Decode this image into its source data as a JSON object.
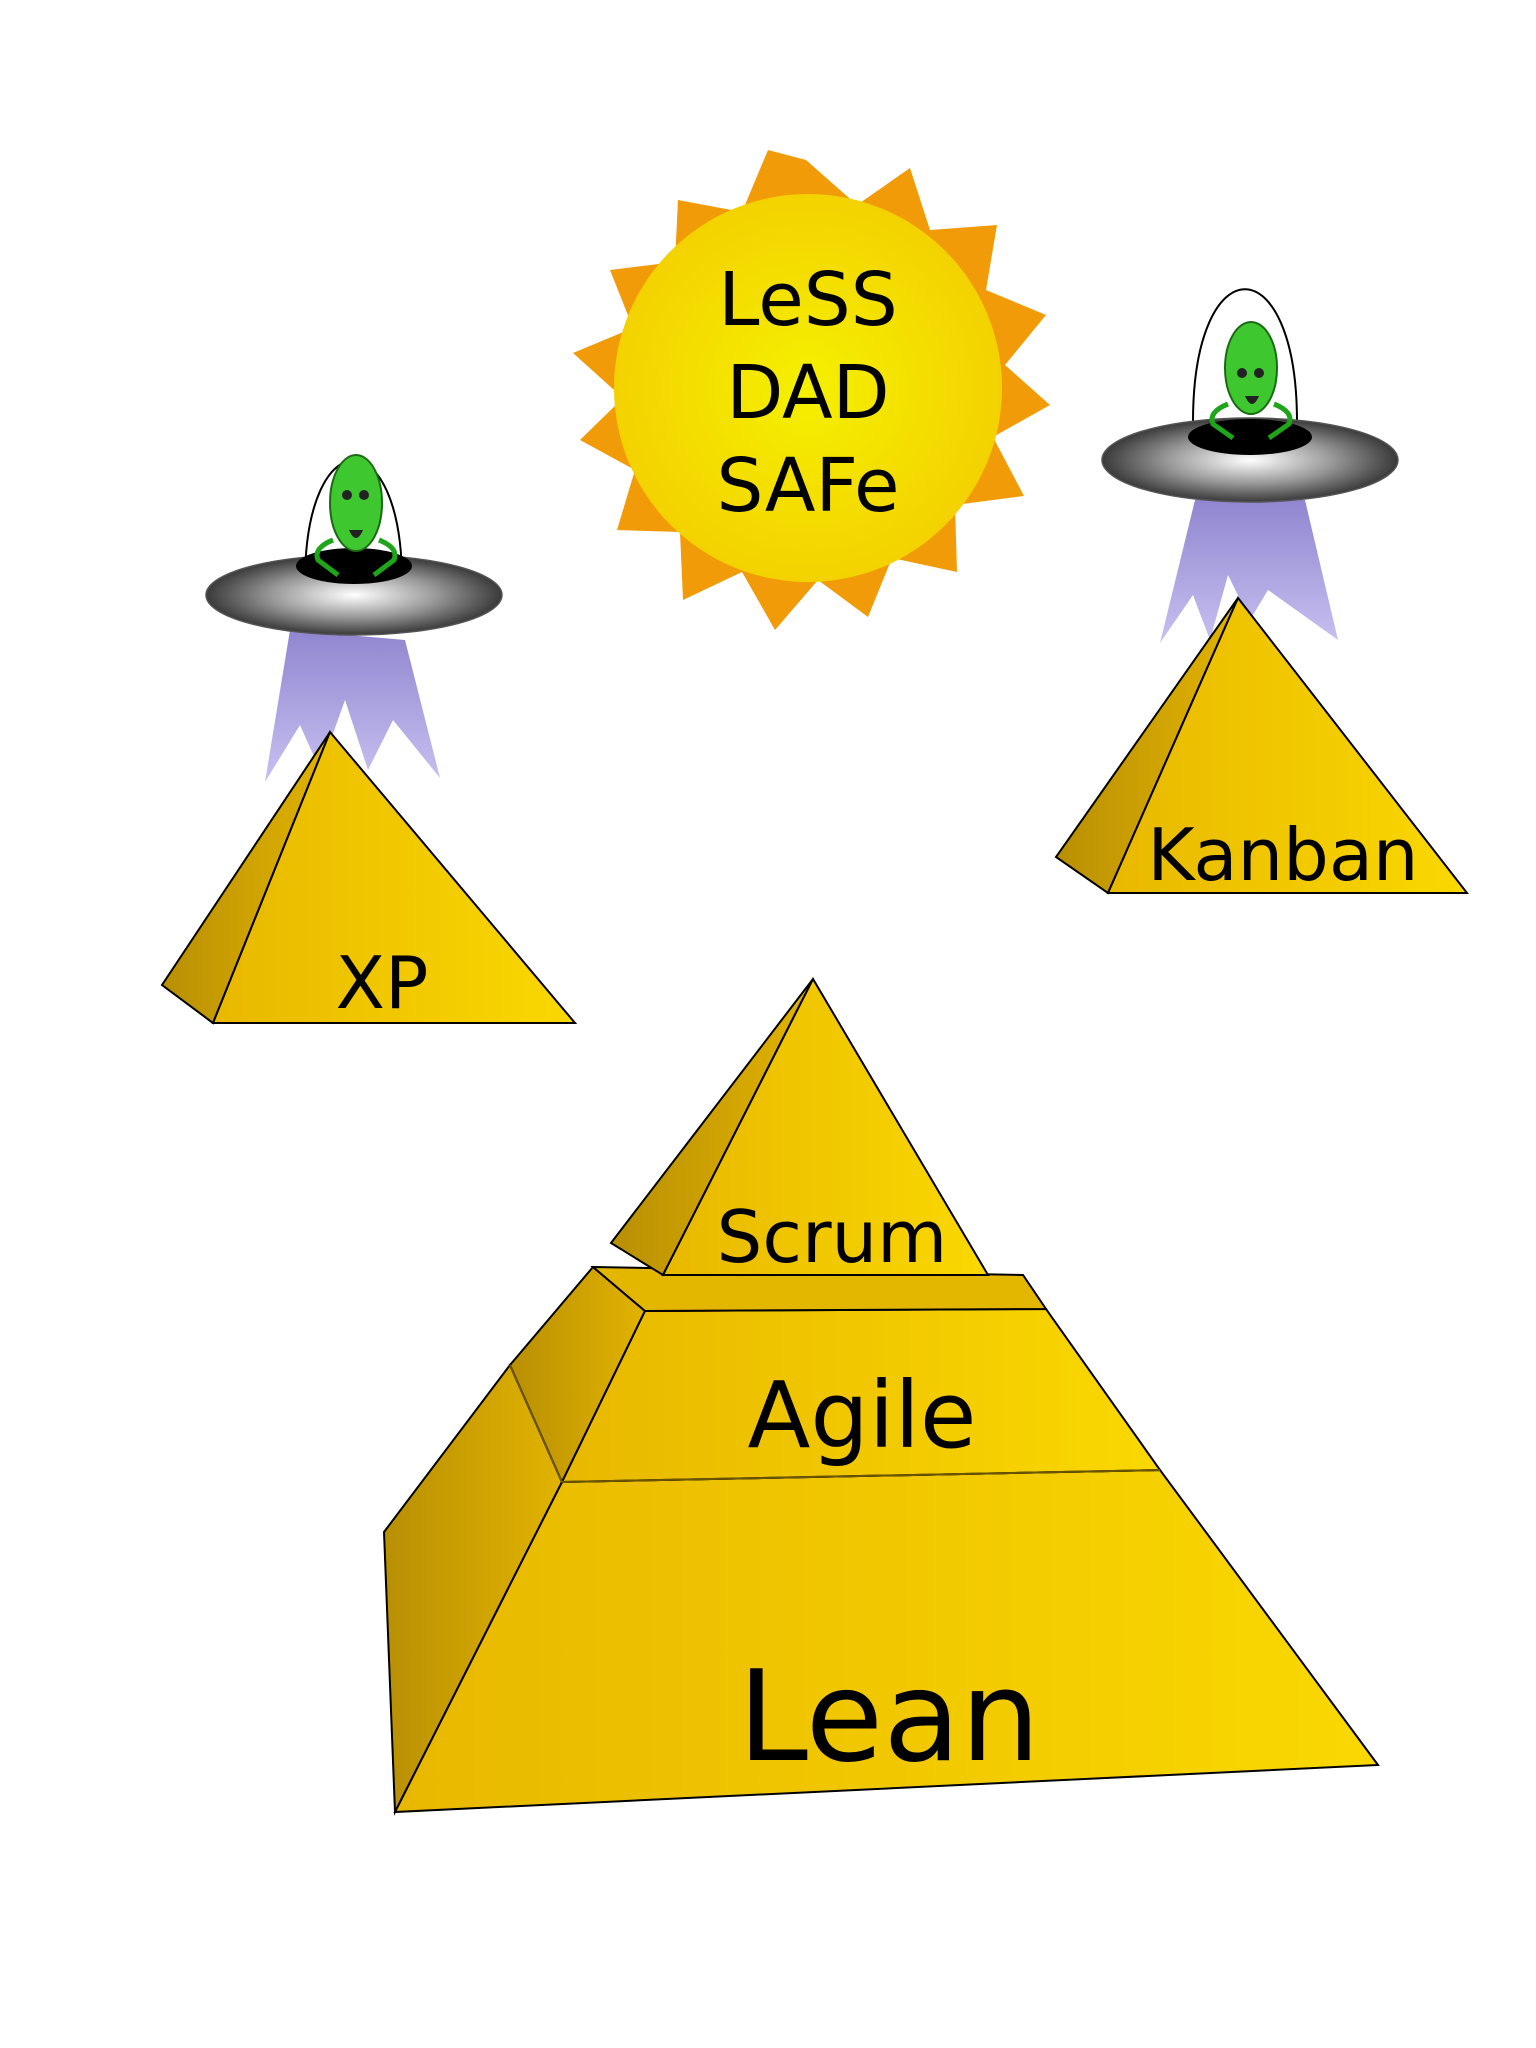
{
  "sun": {
    "lines": [
      "LeSS",
      "DAD",
      "SAFe"
    ]
  },
  "pyramids": {
    "xp": {
      "label": "XP"
    },
    "kanban": {
      "label": "Kanban"
    },
    "main": {
      "top": "Scrum",
      "middle": "Agile",
      "base": "Lean"
    }
  },
  "colors": {
    "pyramid_light": "#fad800",
    "pyramid_dark": "#c39a05",
    "pyramid_mid": "#f0c300",
    "sun_ray": "#f19b09",
    "sun_core": "#f5f000",
    "alien": "#3ec72f",
    "beam": "#9a8fd0"
  }
}
